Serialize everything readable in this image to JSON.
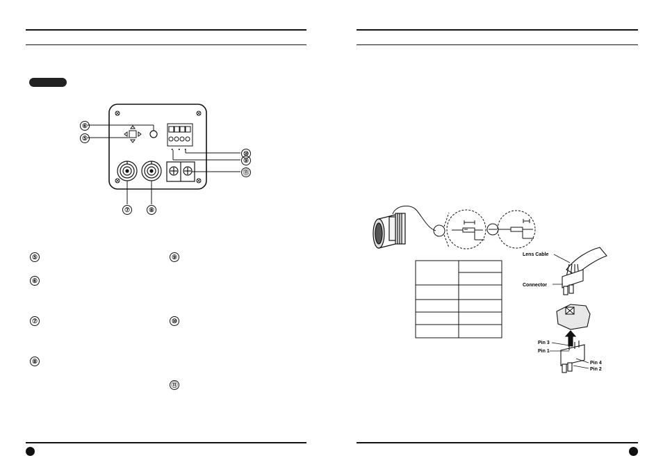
{
  "left_page": {
    "callouts": [
      "⑥",
      "⑤",
      "⑩",
      "⑨",
      "⑪",
      "⑦",
      "⑧"
    ],
    "list_markers": {
      "col1": [
        "⑤",
        "⑥",
        "⑦",
        "⑧"
      ],
      "col2": [
        "⑨",
        "⑩",
        "⑪"
      ]
    }
  },
  "right_page": {
    "lens_labels": {
      "lens_cable": "Lens Cable",
      "connector": "Connector",
      "pin3": "Pin 3",
      "pin1": "Pin 1",
      "pin4": "Pin 4",
      "pin2": "Pin 2"
    }
  }
}
